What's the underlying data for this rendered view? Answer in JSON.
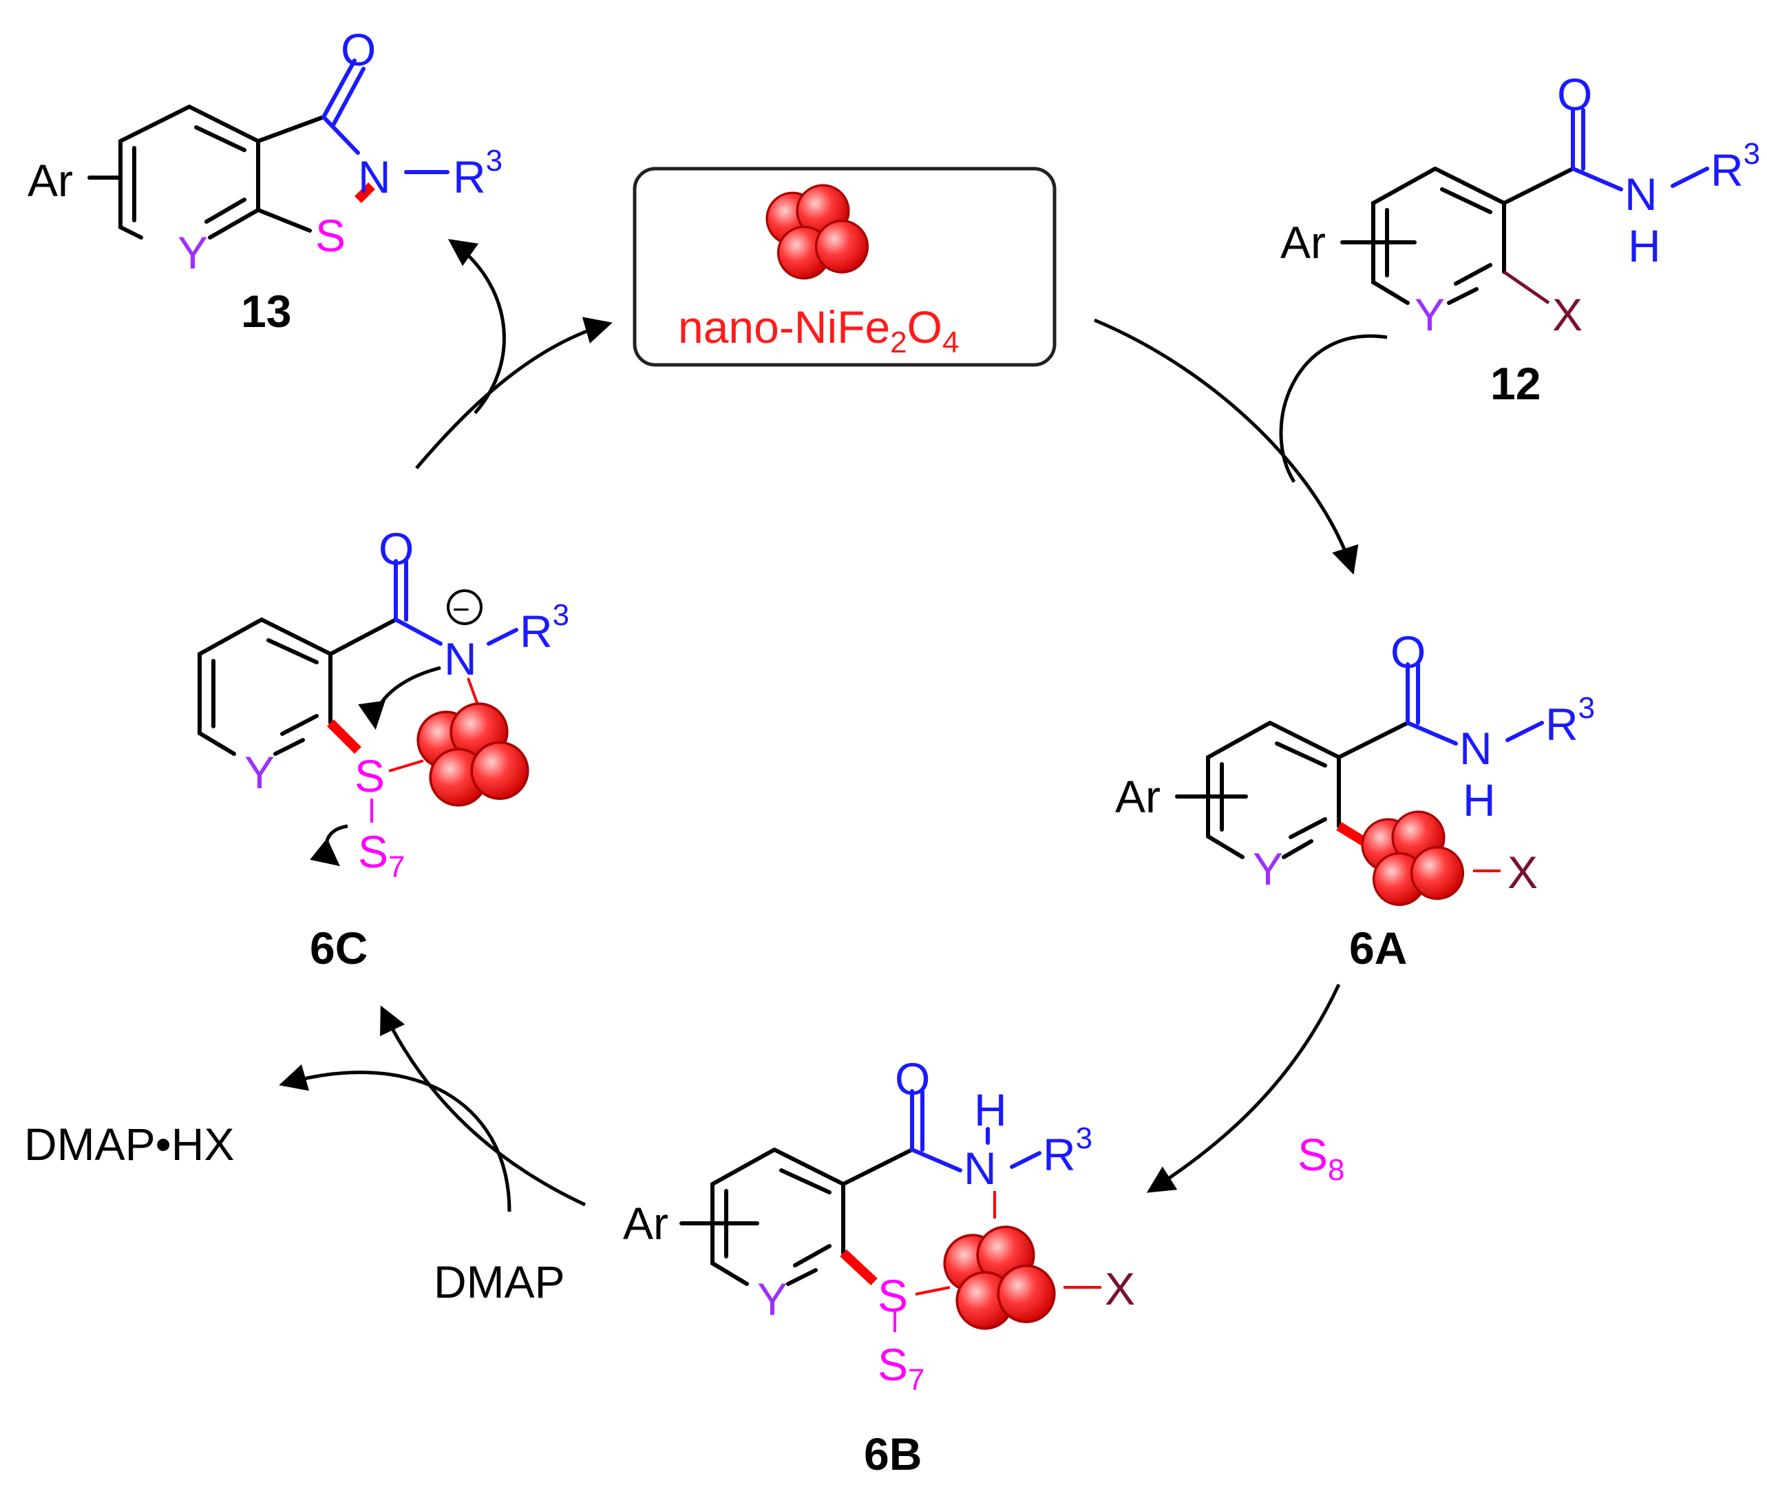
{
  "labels": {
    "catalyst": "nano-NiFe",
    "catalyst_sub1": "2",
    "catalyst_o": "O",
    "catalyst_sub2": "4",
    "c13": "13",
    "c12": "12",
    "c6A": "6A",
    "c6B": "6B",
    "c6C": "6C",
    "s8": "S",
    "s8_sub": "8",
    "dmap": "DMAP",
    "dmaphx": "DMAP•HX",
    "ar": "Ar",
    "y": "Y",
    "x": "X",
    "o": "O",
    "n": "N",
    "h": "H",
    "s": "S",
    "r": "R",
    "r_sup": "3",
    "s7": "S",
    "s7_sub": "7",
    "minus": "−"
  },
  "colors": {
    "nitrogen_oxygen": "#1a1aff",
    "sulfur": "#ff00ff",
    "y_atom": "#9b30ff",
    "halogen_x": "#7a1030",
    "nanoparticle": "#ff1a1a"
  }
}
